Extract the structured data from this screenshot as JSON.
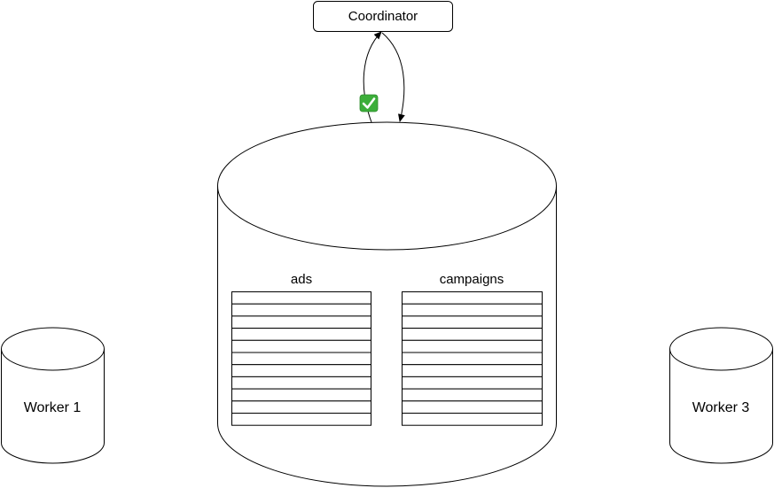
{
  "nodes": {
    "coordinator": {
      "label": "Coordinator"
    },
    "database": {
      "tables": [
        {
          "label": "ads",
          "row_count": 11
        },
        {
          "label": "campaigns",
          "row_count": 11
        }
      ]
    },
    "worker_1": {
      "label": "Worker 1"
    },
    "worker_3": {
      "label": "Worker 3"
    }
  },
  "status_icon": {
    "icon": "check-mark-icon",
    "color": "#3cae3a"
  },
  "colors": {
    "stroke": "#000000",
    "fill": "#ffffff"
  }
}
